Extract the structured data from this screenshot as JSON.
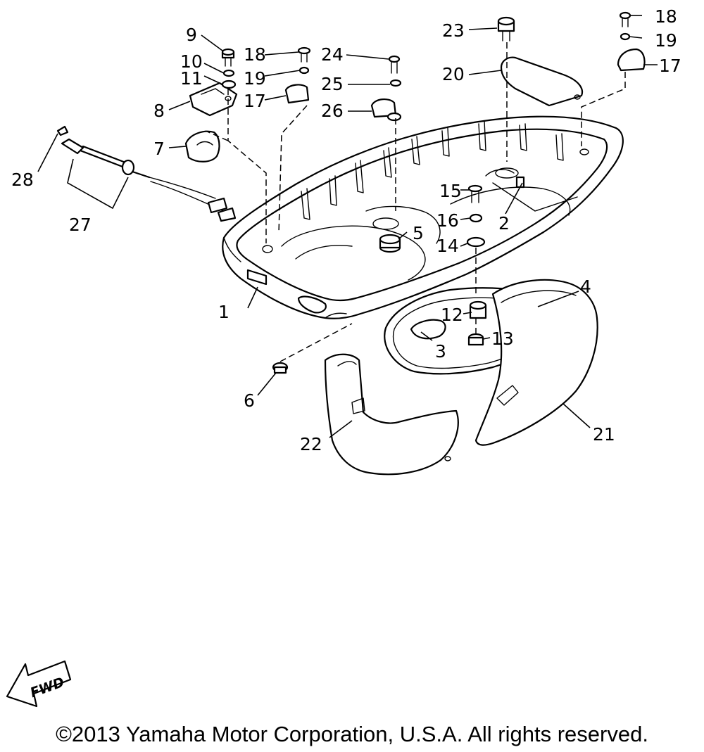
{
  "diagram": {
    "callouts": [
      {
        "id": "c1",
        "label": "1"
      },
      {
        "id": "c2",
        "label": "2"
      },
      {
        "id": "c3",
        "label": "3"
      },
      {
        "id": "c4",
        "label": "4"
      },
      {
        "id": "c5",
        "label": "5"
      },
      {
        "id": "c6",
        "label": "6"
      },
      {
        "id": "c7",
        "label": "7"
      },
      {
        "id": "c8",
        "label": "8"
      },
      {
        "id": "c9",
        "label": "9"
      },
      {
        "id": "c10",
        "label": "10"
      },
      {
        "id": "c11",
        "label": "11"
      },
      {
        "id": "c12",
        "label": "12"
      },
      {
        "id": "c13",
        "label": "13"
      },
      {
        "id": "c14",
        "label": "14"
      },
      {
        "id": "c15",
        "label": "15"
      },
      {
        "id": "c16",
        "label": "16"
      },
      {
        "id": "c17a",
        "label": "17"
      },
      {
        "id": "c17b",
        "label": "17"
      },
      {
        "id": "c18a",
        "label": "18"
      },
      {
        "id": "c18b",
        "label": "18"
      },
      {
        "id": "c19a",
        "label": "19"
      },
      {
        "id": "c19b",
        "label": "19"
      },
      {
        "id": "c20",
        "label": "20"
      },
      {
        "id": "c21",
        "label": "21"
      },
      {
        "id": "c22",
        "label": "22"
      },
      {
        "id": "c23",
        "label": "23"
      },
      {
        "id": "c24",
        "label": "24"
      },
      {
        "id": "c25",
        "label": "25"
      },
      {
        "id": "c26",
        "label": "26"
      },
      {
        "id": "c27",
        "label": "27"
      },
      {
        "id": "c28",
        "label": "28"
      }
    ],
    "fwd_label": "FWD"
  },
  "copyright": "©2013 Yamaha Motor Corporation, U.S.A. All rights reserved."
}
